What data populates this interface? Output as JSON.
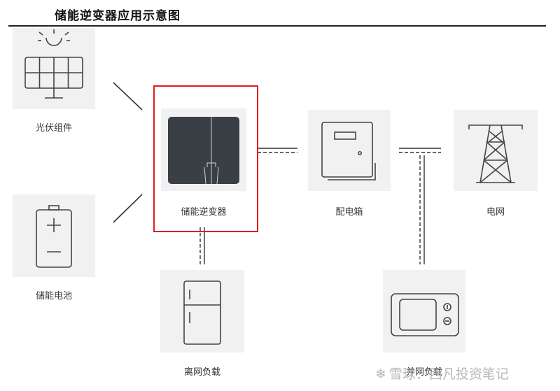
{
  "title": "储能逆变器应用示意图",
  "nodes": {
    "pv": "光伏组件",
    "battery": "储能电池",
    "inverter": "储能逆变器",
    "distribution_box": "配电箱",
    "grid": "电网",
    "off_grid_load": "离网负载",
    "grid_load": "并网负载"
  },
  "watermark": "雪球：西凡投资笔记",
  "colors": {
    "highlight": "#e31b1b",
    "inverter_body": "#3a3f45",
    "tile": "#f1f1f1",
    "icon_stroke": "#444444"
  }
}
